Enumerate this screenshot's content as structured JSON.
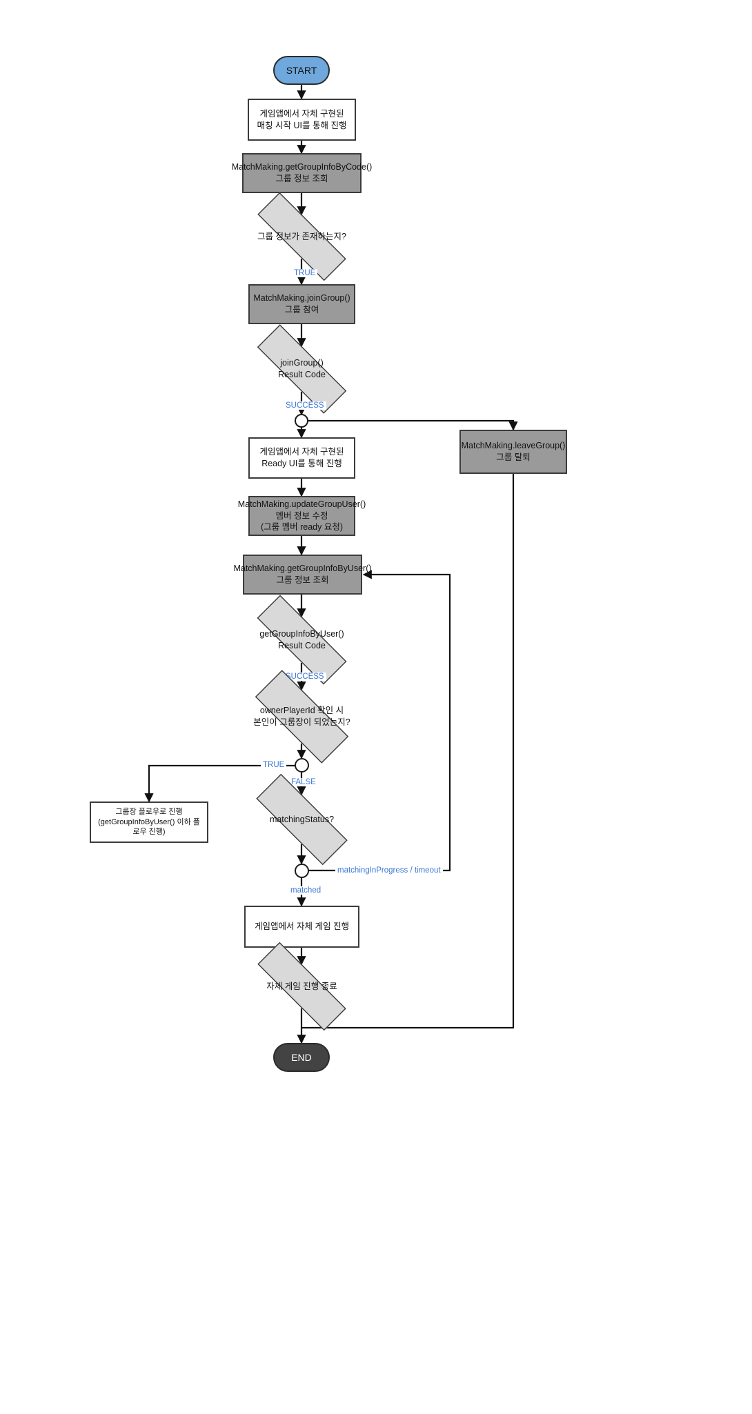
{
  "diagram": {
    "title": "MatchMaking group join flow",
    "colors": {
      "start_fill": "#6fa8dc",
      "end_fill": "#434343",
      "api_fill": "#9a9a9a",
      "decision_fill": "#d9d9d9",
      "plain_fill": "#ffffff",
      "stroke": "#3b3b3b",
      "edge_label": "#3c78d8",
      "background": "#ffffff"
    },
    "nodes": {
      "start": {
        "label": "START",
        "shape": "terminal"
      },
      "match_start_ui": {
        "label": "게임앱에서 자체 구현된\n매칭 시작 UI를 통해 진행",
        "shape": "process"
      },
      "get_group_info_by_code": {
        "label": "MatchMaking.getGroupInfoByCode()\n그룹 정보 조회",
        "shape": "api"
      },
      "group_exists": {
        "label": "그룹 정보가 존재하는지?",
        "shape": "decision"
      },
      "join_group": {
        "label": "MatchMaking.joinGroup()\n그룹 참여",
        "shape": "api"
      },
      "join_group_result": {
        "label": "joinGroup()\nResult Code",
        "shape": "decision"
      },
      "junction_success": {
        "label": "",
        "shape": "junction"
      },
      "leave_group": {
        "label": "MatchMaking.leaveGroup()\n그룹 탈퇴",
        "shape": "api"
      },
      "ready_ui": {
        "label": "게임앱에서 자체 구현된\nReady UI를 통해 진행",
        "shape": "process"
      },
      "update_group_user": {
        "label": "MatchMaking.updateGroupUser()\n멤버 정보 수정\n(그룹 멤버 ready 요청)",
        "shape": "api"
      },
      "get_group_info_by_user": {
        "label": "MatchMaking.getGroupInfoByUser()\n그룹 정보 조회",
        "shape": "api"
      },
      "get_group_info_by_user_result": {
        "label": "getGroupInfoByUser()\nResult Code",
        "shape": "decision"
      },
      "owner_check": {
        "label": "ownerPlayerId 확인 시\n본인이 그룹장이 되었는지?",
        "shape": "decision"
      },
      "junction_owner": {
        "label": "",
        "shape": "junction"
      },
      "owner_flow": {
        "label": "그룹장 플로우로 진행\n(getGroupInfoByUser() 이하 플로우 진행)",
        "shape": "process"
      },
      "matching_status": {
        "label": "matchingStatus?",
        "shape": "decision"
      },
      "junction_matching": {
        "label": "",
        "shape": "junction"
      },
      "play_game": {
        "label": "게임앱에서 자체 게임 진행",
        "shape": "process"
      },
      "game_finished": {
        "label": "자체 게임 진행 종료",
        "shape": "decision"
      },
      "end": {
        "label": "END",
        "shape": "terminal"
      }
    },
    "edge_labels": {
      "true_group_exists": "TRUE",
      "success_join_group": "SUCCESS",
      "success_get_group_info": "SUCCESS",
      "true_owner": "TRUE",
      "false_owner": "FALSE",
      "matching_in_progress": "matchingInProgress / timeout",
      "matched": "matched"
    }
  }
}
